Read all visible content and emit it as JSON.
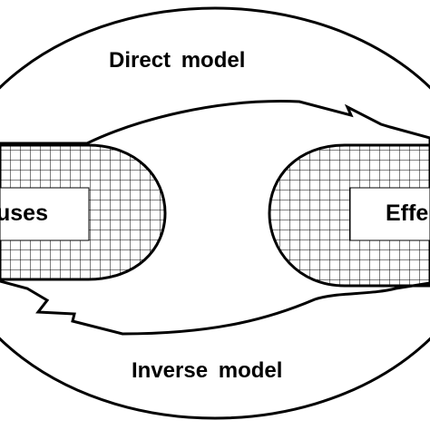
{
  "diagram": {
    "labels": {
      "direct_model": "Direct  model",
      "inverse_model": "Inverse  model",
      "causes": "uses",
      "effects": "Effe"
    },
    "colors": {
      "stroke": "#000000",
      "grid": "#000000",
      "background": "#ffffff"
    }
  }
}
